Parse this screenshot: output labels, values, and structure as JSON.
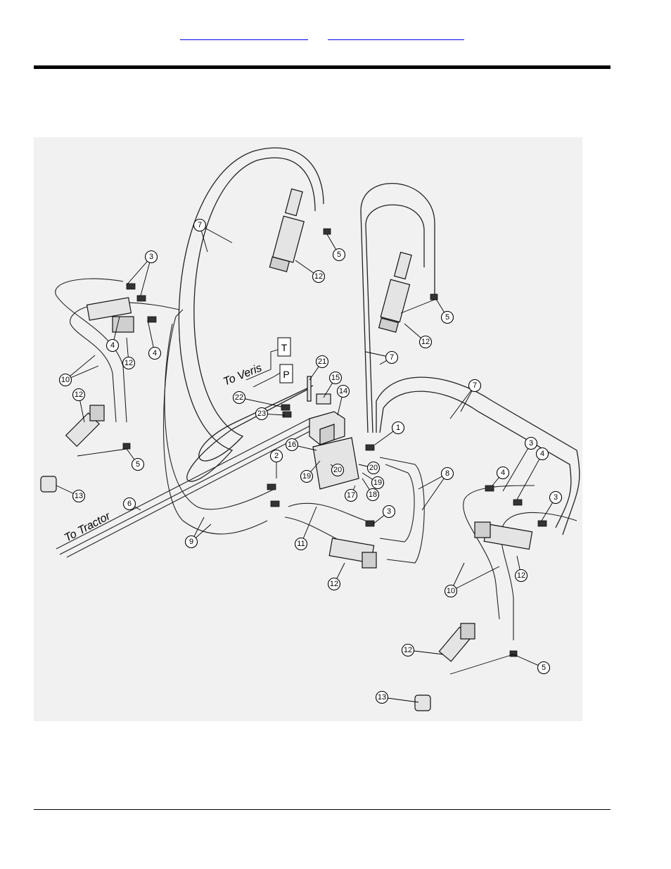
{
  "header": {
    "link_1": "",
    "link_2": ""
  },
  "figure": {
    "labels": {
      "to_veris": "To Veris",
      "to_tractor": "To Tractor",
      "box_t": "T",
      "box_p": "P"
    },
    "part_balloons": {
      "b1": "1",
      "b2": "2",
      "b3a": "3",
      "b3b": "3",
      "b3c": "3",
      "b3d": "3",
      "b4a": "4",
      "b4b": "4",
      "b4c": "4",
      "b4d": "4",
      "b5a": "5",
      "b5b": "5",
      "b5c": "5",
      "b5d": "5",
      "b6": "6",
      "b7a": "7",
      "b7b": "7",
      "b7c": "7",
      "b8": "8",
      "b9": "9",
      "b10a": "10",
      "b10b": "10",
      "b11": "11",
      "b12a": "12",
      "b12b": "12",
      "b12c": "12",
      "b12d": "12",
      "b12e": "12",
      "b12f": "12",
      "b12g": "12",
      "b13a": "13",
      "b13b": "13",
      "b14": "14",
      "b15": "15",
      "b16": "16",
      "b17": "17",
      "b18": "18",
      "b19a": "19",
      "b19b": "19",
      "b20a": "20",
      "b20b": "20",
      "b21": "21",
      "b22": "22",
      "b23": "23"
    }
  }
}
